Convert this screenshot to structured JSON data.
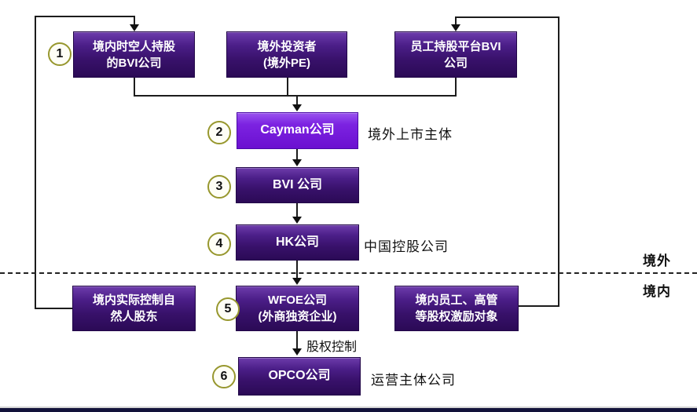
{
  "nodes": {
    "bvi_holding": {
      "badge": "1",
      "label": "境内时空人持股\n的BVI公司"
    },
    "investors": {
      "label": "境外投资者\n(境外PE)"
    },
    "esop_bvi": {
      "label": "员工持股平台BVI\n公司"
    },
    "cayman": {
      "badge": "2",
      "label": "Cayman公司",
      "note": "境外上市主体"
    },
    "bvi": {
      "badge": "3",
      "label": "BVI 公司"
    },
    "hk": {
      "badge": "4",
      "label": "HK公司",
      "note": "中国控股公司"
    },
    "domestic_shareholder": {
      "label": "境内实际控制自\n然人股东"
    },
    "wfoe": {
      "badge": "5",
      "label": "WFOE公司\n(外商独资企业)"
    },
    "incentive_targets": {
      "label": "境内员工、高管\n等股权激励对象"
    },
    "opco": {
      "badge": "6",
      "label": "OPCO公司",
      "note": "运营主体公司"
    }
  },
  "labels": {
    "offshore": "境外",
    "onshore": "境内",
    "equity_control": "股权控制"
  },
  "colors": {
    "box_dark": "#38116a",
    "box_bright": "#7c23e1",
    "badge_ring": "#97972e",
    "line": "#1c1c1c"
  }
}
